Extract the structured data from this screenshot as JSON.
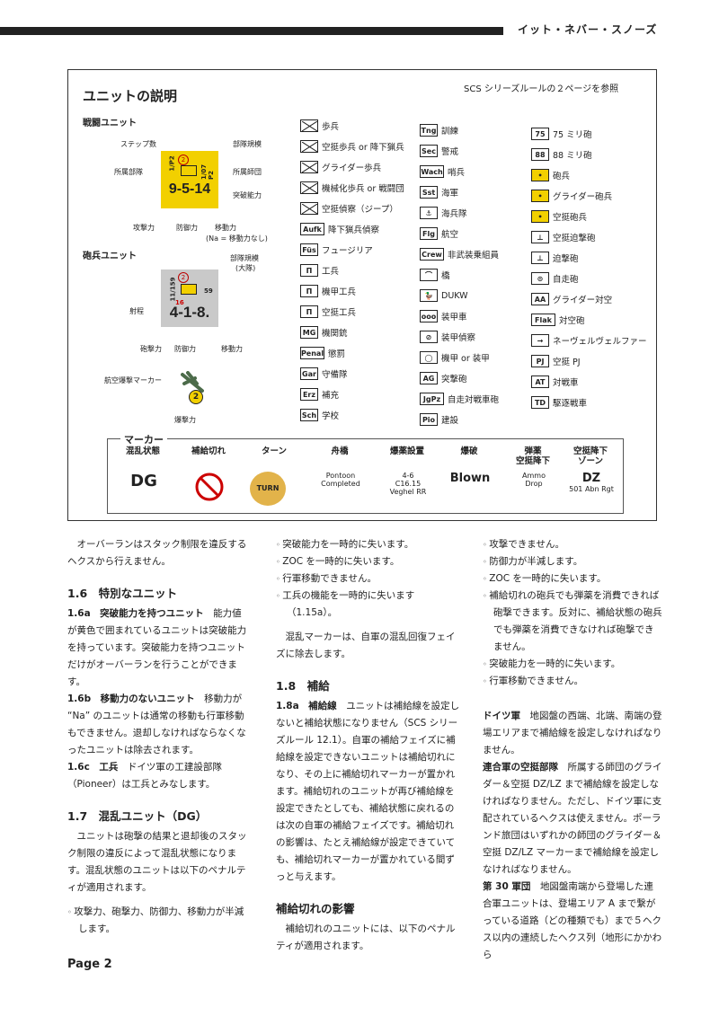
{
  "header": {
    "title": "イット・ネバー・スノーズ"
  },
  "legend": {
    "title": "ユニットの説明",
    "ref": "SCS シリーズルールの２ページを参照",
    "combat_unit": {
      "heading": "戦闘ユニット",
      "step_count": "ステップ数",
      "unit_size": "部隊規模",
      "parent_unit": "所属部隊",
      "parent_division": "所属師団",
      "breakthrough": "突破能力",
      "attack": "攻撃力",
      "defense": "防御力",
      "movement": "移動力",
      "movement_note": "(Na = 移動力なし)",
      "counter_left": "1/P2",
      "counter_right": "1/07 P2",
      "counter_step": "2",
      "counter_values": "9-5-14"
    },
    "artillery_unit": {
      "heading": "砲兵ユニット",
      "unit_size": "部隊規模",
      "unit_size_note": "(大隊)",
      "range": "射程",
      "bombard": "砲撃力",
      "defense": "防御力",
      "movement": "移動力",
      "counter_left": "11/159",
      "counter_right": "59",
      "counter_step": "2",
      "counter_range": "16",
      "counter_values": "4-1-8."
    },
    "air": {
      "label": "航空爆撃マーカー",
      "bomb": "爆撃力",
      "value": "2"
    },
    "symbols_col1": [
      {
        "icon": "",
        "label": "歩兵"
      },
      {
        "icon": "",
        "label": "空挺歩兵 or 降下猟兵"
      },
      {
        "icon": "",
        "label": "グライダー歩兵"
      },
      {
        "icon": "",
        "label": "機械化歩兵 or 戦闘団"
      },
      {
        "icon": "",
        "label": "空挺偵察（ジープ）"
      },
      {
        "icon": "Aufk",
        "label": "降下猟兵偵察"
      },
      {
        "icon": "Füs",
        "label": "フュージリア"
      },
      {
        "icon": "Π",
        "label": "工兵"
      },
      {
        "icon": "Π",
        "label": "機甲工兵"
      },
      {
        "icon": "Π",
        "label": "空挺工兵"
      },
      {
        "icon": "MG",
        "label": "機関銃"
      },
      {
        "icon": "Penal",
        "label": "懲罰"
      },
      {
        "icon": "Gar",
        "label": "守備隊"
      },
      {
        "icon": "Erz",
        "label": "補充"
      },
      {
        "icon": "Sch",
        "label": "学校"
      }
    ],
    "symbols_col2": [
      {
        "icon": "Tng",
        "label": "訓練"
      },
      {
        "icon": "Sec",
        "label": "警戒"
      },
      {
        "icon": "Wach",
        "label": "哨兵"
      },
      {
        "icon": "Sst",
        "label": "海軍"
      },
      {
        "icon": "⚓",
        "label": "海兵隊"
      },
      {
        "icon": "Flg",
        "label": "航空"
      },
      {
        "icon": "Crew",
        "label": "非武装乗組員"
      },
      {
        "icon": "⌒",
        "label": "橋"
      },
      {
        "icon": "🦆",
        "label": "DUKW"
      },
      {
        "icon": "ooo",
        "label": "装甲車"
      },
      {
        "icon": "⊘",
        "label": "装甲偵察"
      },
      {
        "icon": "◯",
        "label": "機甲 or 装甲"
      },
      {
        "icon": "AG",
        "label": "突撃砲"
      },
      {
        "icon": "JgPz",
        "label": "自走対戦車砲"
      },
      {
        "icon": "Pio",
        "label": "建設"
      }
    ],
    "symbols_col3": [
      {
        "icon": "75",
        "label": "75 ミリ砲"
      },
      {
        "icon": "88",
        "label": "88 ミリ砲"
      },
      {
        "icon": "•",
        "label": "砲兵"
      },
      {
        "icon": "•",
        "label": "グライダー砲兵"
      },
      {
        "icon": "•",
        "label": "空挺砲兵"
      },
      {
        "icon": "⊥",
        "label": "空挺迫撃砲"
      },
      {
        "icon": "⊥",
        "label": "迫撃砲"
      },
      {
        "icon": "⊙",
        "label": "自走砲"
      },
      {
        "icon": "AA",
        "label": "グライダー対空"
      },
      {
        "icon": "Flak",
        "label": "対空砲"
      },
      {
        "icon": "→",
        "label": "ネーヴェルヴェルファー"
      },
      {
        "icon": "PJ",
        "label": "空挺 PJ"
      },
      {
        "icon": "AT",
        "label": "対戦車"
      },
      {
        "icon": "TD",
        "label": "駆逐戦車"
      }
    ],
    "markers": {
      "title": "マーカー",
      "items": [
        {
          "label": "混乱状態",
          "text": "DG"
        },
        {
          "label": "補給切れ",
          "text": ""
        },
        {
          "label": "ターン",
          "text": "TURN"
        },
        {
          "label": "舟橋",
          "text": "Pontoon",
          "text2": "Completed"
        },
        {
          "label": "爆薬設置",
          "text": "4-6",
          "text2": "C16.15",
          "text3": "Veghel RR"
        },
        {
          "label": "爆破",
          "text": "Blown"
        },
        {
          "label": "弾薬\n空挺降下",
          "text": "Ammo",
          "text2": "Drop"
        },
        {
          "label": "空挺降下\nゾーン",
          "text": "DZ",
          "text2": "501 Abn Rgt"
        }
      ]
    }
  },
  "col1": {
    "p1": "オーバーランはスタック制限を違反するヘクスから行えません。",
    "sec16": "1.6　特別なユニット",
    "p16a_t": "1.6a　突破能力を持つユニット",
    "p16a": "能力値が黄色で囲まれているユニットは突破能力を持っています。突破能力を持つユニットだけがオーバーランを行うことができます。",
    "p16b_t": "1.6b　移動力のないユニット",
    "p16b": "移動力が “Na” のユニットは通常の移動も行軍移動もできません。退却しなければならなくなったユニットは除去されます。",
    "p16c_t": "1.6c　工兵",
    "p16c": "ドイツ軍の工建設部隊（Pioneer）は工兵とみなします。",
    "sec17": "1.7　混乱ユニット（DG）",
    "p17": "ユニットは砲撃の結果と退却後のスタック制限の違反によって混乱状態になります。混乱状態のユニットは以下のペナルティが適用されます。",
    "b1": "攻撃力、砲撃力、防御力、移動力が半減します。"
  },
  "col2": {
    "b1": "突破能力を一時的に失います。",
    "b2": "ZOC を一時的に失います。",
    "b3": "行軍移動できません。",
    "b4": "工兵の機能を一時的に失います（1.15a）。",
    "p1": "混乱マーカーは、自軍の混乱回復フェイズに除去します。",
    "sec18": "1.8　補給",
    "p18a_t": "1.8a　補給線",
    "p18a": "ユニットは補給線を設定しないと補給状態になりません（SCS シリーズルール 12.1）。自軍の補給フェイズに補給線を設定できないユニットは補給切れになり、その上に補給切れマーカーが置かれます。補給切れのユニットが再び補給線を設定できたとしても、補給状態に戻れるのは次の自軍の補給フェイズです。補給切れの影響は、たとえ補給線が設定できていても、補給切れマーカーが置かれている間ずっと与えます。",
    "sec_eff": "補給切れの影響",
    "p2": "補給切れのユニットには、以下のペナルティが適用されます。"
  },
  "col3": {
    "b1": "攻撃できません。",
    "b2": "防御力が半減します。",
    "b3": "ZOC を一時的に失います。",
    "b4": "補給切れの砲兵でも弾薬を消費できれば砲撃できます。反対に、補給状態の砲兵でも弾薬を消費できなければ砲撃できません。",
    "b5": "突破能力を一時的に失います。",
    "b6": "行軍移動できません。",
    "p1_t": "ドイツ軍",
    "p1": "地図盤の西端、北端、南端の登場エリアまで補給線を設定しなければなりません。",
    "p2_t": "連合軍の空挺部隊",
    "p2": "所属する師団のグライダー＆空挺 DZ/LZ まで補給線を設定しなければなりません。ただし、ドイツ軍に支配されているヘクスは使えません。ポーランド旅団はいずれかの師団のグライダー＆空挺 DZ/LZ マーカーまで補給線を設定しなければなりません。",
    "p3_t": "第 30 軍団",
    "p3": "地図盤南端から登場した連合軍ユニットは、登場エリア A まで繋がっている道路（どの種類でも）まで５ヘクス以内の連続したヘクス列（地形にかかわら"
  },
  "footer": {
    "page": "Page 2"
  }
}
